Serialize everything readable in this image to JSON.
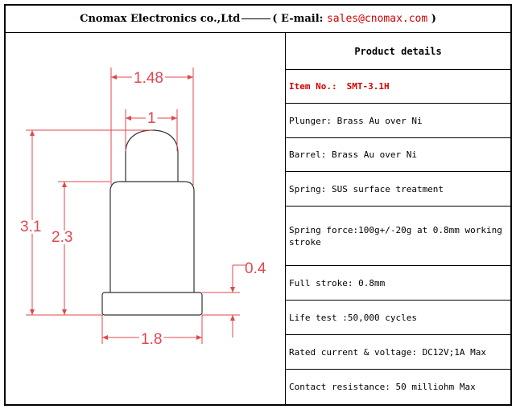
{
  "header": {
    "company": "Cnomax Electronics co.,Ltd",
    "email_prefix": "( E-mail:",
    "email": "sales@cnomax.com",
    "email_suffix": ")"
  },
  "details": {
    "title": "Product details",
    "item_label": "Item No.:",
    "item_value": "SMT-3.1H",
    "rows": [
      "Plunger: Brass Au over Ni",
      "Barrel: Brass Au over Ni",
      "Spring: SUS surface treatment",
      "Spring force:100g+/-20g at 0.8mm working stroke",
      "Full stroke: 0.8mm",
      "Life test :50,000 cycles",
      "Rated current & voltage: DC12V;1A Max",
      "Contact resistance: 50 milliohm Max"
    ]
  },
  "drawing": {
    "dims": {
      "top_width": "1.48",
      "tip_width": "1",
      "total_height": "3.1",
      "barrel_height": "2.3",
      "base_height": "0.4",
      "base_width": "1.8"
    },
    "colors": {
      "dimension": "#e0474f",
      "outline": "#333333"
    }
  }
}
